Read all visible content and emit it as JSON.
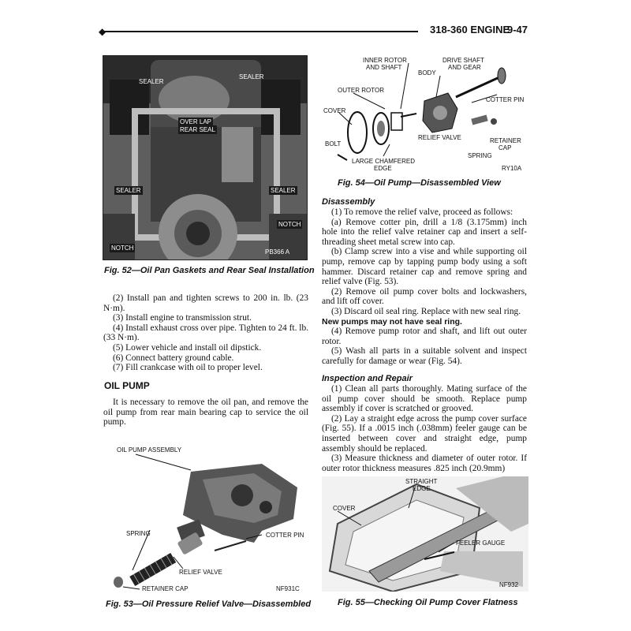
{
  "header": {
    "title": "318-360 ENGINE",
    "page": "9-47"
  },
  "fig52": {
    "caption": "Fig. 52—Oil Pan Gaskets and Rear Seal Installation",
    "labels": {
      "sealer_tl": "SEALER",
      "sealer_tr": "SEALER",
      "overlap": "OVER LAP",
      "rear_seal": "REAR SEAL",
      "sealer_ml": "SEALER",
      "sealer_mr": "SEALER",
      "notch_r": "NOTCH",
      "notch_l": "NOTCH",
      "code": "PB366 A"
    }
  },
  "left_steps": [
    "(2) Install pan and tighten screws to 200 in. lb. (23 N·m).",
    "(3) Install engine to transmission strut.",
    "(4) Install exhaust cross over pipe. Tighten to 24 ft. lb. (33 N·m).",
    "(5) Lower vehicle and install oil dipstick.",
    "(6) Connect battery ground cable.",
    "(7) Fill crankcase with oil to proper level."
  ],
  "oil_pump": {
    "heading": "OIL PUMP",
    "text": "It is necessary to remove the oil pan, and remove the oil pump from rear main bearing cap to service the oil pump."
  },
  "fig53": {
    "caption": "Fig. 53—Oil Pressure Relief Valve—Disassembled",
    "labels": {
      "assembly": "OIL PUMP ASSEMBLY",
      "spring": "SPRING",
      "cotter": "COTTER PIN",
      "relief": "RELIEF VALVE",
      "retainer": "RETAINER CAP",
      "code": "NF931C"
    }
  },
  "fig54": {
    "caption": "Fig. 54—Oil Pump—Disassembled View",
    "labels": {
      "inner_rotor_1": "INNER ROTOR",
      "inner_rotor_2": "AND SHAFT",
      "drive_shaft_1": "DRIVE SHAFT",
      "drive_shaft_2": "AND GEAR",
      "body": "BODY",
      "outer_rotor": "OUTER ROTOR",
      "cotter": "COTTER PIN",
      "cover": "COVER",
      "relief": "RELIEF VALVE",
      "retainer_1": "RETAINER",
      "retainer_2": "CAP",
      "bolt": "BOLT",
      "spring": "SPRING",
      "chamfer_1": "LARGE CHAMFERED",
      "chamfer_2": "EDGE",
      "code": "RY10A"
    }
  },
  "disassembly": {
    "heading": "Disassembly",
    "steps": [
      "(1) To remove the relief valve, proceed as follows:",
      "(a) Remove cotter pin, drill a 1/8 (3.175mm) inch hole into the relief valve retainer cap and insert a self-threading sheet metal screw into cap.",
      "(b) Clamp screw into a vise and while supporting oil pump, remove cap by tapping pump body using a soft hammer. Discard retainer cap and remove spring and relief valve (Fig. 53).",
      "(2) Remove oil pump cover bolts and lockwashers, and lift off cover.",
      "(3) Discard oil seal ring. Replace with new seal ring."
    ],
    "note": "New pumps may not have seal ring.",
    "steps2": [
      "(4) Remove pump rotor and shaft, and lift out outer rotor.",
      "(5) Wash all parts in a suitable solvent and inspect carefully for damage or wear (Fig. 54)."
    ]
  },
  "inspection": {
    "heading": "Inspection and Repair",
    "steps": [
      "(1) Clean all parts thoroughly. Mating surface of the oil pump cover should be smooth. Replace pump assembly if cover is scratched or grooved.",
      "(2) Lay a straight edge across the pump cover surface (Fig. 55). If a .0015 inch (.038mm) feeler gauge can be inserted between cover and straight edge, pump assembly should be replaced.",
      "(3) Measure thickness and diameter of outer rotor. If outer rotor thickness measures .825 inch (20.9mm)"
    ]
  },
  "fig55": {
    "caption": "Fig. 55—Checking Oil Pump Cover Flatness",
    "labels": {
      "straight_1": "STRAIGHT",
      "straight_2": "EDGE",
      "cover": "COVER",
      "feeler": "FEELER GAUGE",
      "code": "NF932"
    }
  }
}
